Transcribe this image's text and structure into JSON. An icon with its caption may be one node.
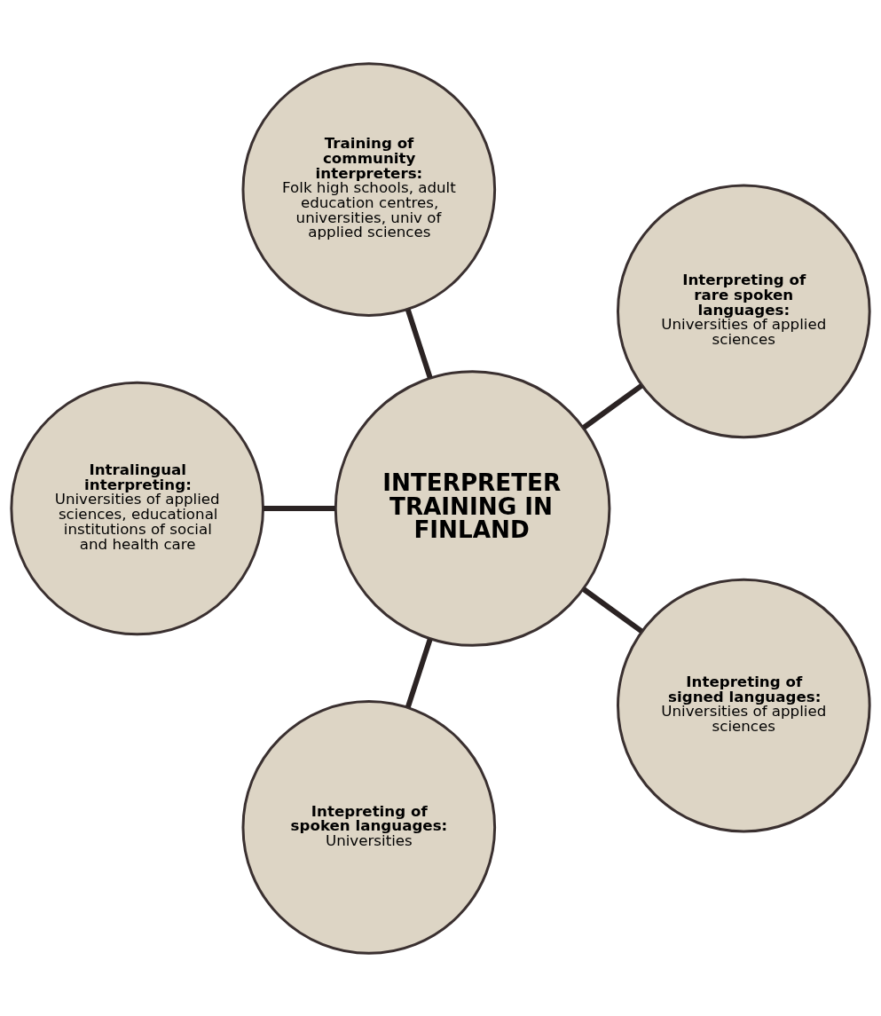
{
  "diagram": {
    "nodes": [
      {
        "text": [
          "Interpreting of rare spoken languages:",
          "Universities of applied sciences"
        ]
      },
      {
        "text": [
          "Training of community interpreters:",
          "Folk high schools, adult education centres, universities, univ of applied sciences"
        ]
      },
      {
        "text": [
          "Intralingual interpreting:",
          "Universities of applied sciences, educational institutions of social and health care"
        ]
      },
      {
        "text": [
          "INTERPRETER TRAINING IN FINLAND"
        ]
      },
      {
        "text": [
          "Intepreting of spoken languages:",
          "Universities"
        ]
      },
      {
        "text": [
          "Intepreting of signed languages:",
          "Universities of applied sciences"
        ]
      }
    ],
    "edges": [
      {
        "from": 3,
        "to": 0,
        "arrow": "none"
      },
      {
        "from": 3,
        "to": 1,
        "arrow": "none"
      },
      {
        "from": 3,
        "to": 2,
        "arrow": "none"
      },
      {
        "from": 3,
        "to": 4,
        "arrow": "none"
      },
      {
        "from": 3,
        "to": 5,
        "arrow": "none"
      }
    ]
  }
}
